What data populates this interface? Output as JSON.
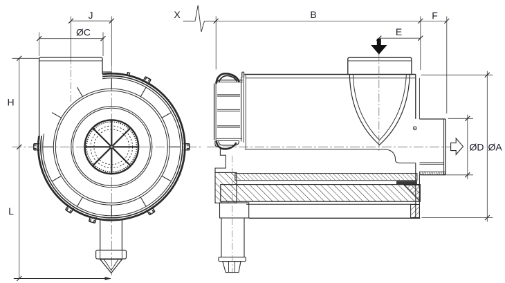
{
  "drawing": {
    "title": "Air cleaner assembly engineering drawing - front and side section views",
    "background_color": "#ffffff",
    "line_color": "#2a2a2a",
    "centerline_color": "#6f6f6f",
    "text_color": "#1c1c28",
    "views": [
      {
        "id": "front-view",
        "description": "Front (end) view of cylindrical air cleaner with inlet stack and vacuator valve"
      },
      {
        "id": "side-view",
        "description": "Side cross-section view with inlet, deflector, filter element and outlet tube"
      }
    ],
    "dimensions": {
      "J": {
        "text": "J",
        "measures": "inlet offset from body centerline"
      },
      "C": {
        "text": "ØC",
        "measures": "inlet tube outer diameter"
      },
      "H": {
        "text": "H",
        "measures": "inlet top to body centerline"
      },
      "L": {
        "text": "L",
        "measures": "body centerline to vacuator tip"
      },
      "X": {
        "text": "X",
        "measures": "service clearance"
      },
      "B": {
        "text": "B",
        "measures": "body length"
      },
      "E": {
        "text": "E",
        "measures": "inlet centerline to body end"
      },
      "F": {
        "text": "F",
        "measures": "outlet tube projection"
      },
      "D": {
        "text": "ØD",
        "measures": "outlet tube outer diameter"
      },
      "A": {
        "text": "ØA",
        "measures": "body outer diameter"
      }
    },
    "symbols": [
      {
        "id": "inlet-flow-arrow",
        "style": "filled",
        "direction": "down"
      },
      {
        "id": "outlet-flow-arrow",
        "style": "outline",
        "direction": "right"
      },
      {
        "id": "break-symbol",
        "style": "zigzag"
      }
    ]
  }
}
